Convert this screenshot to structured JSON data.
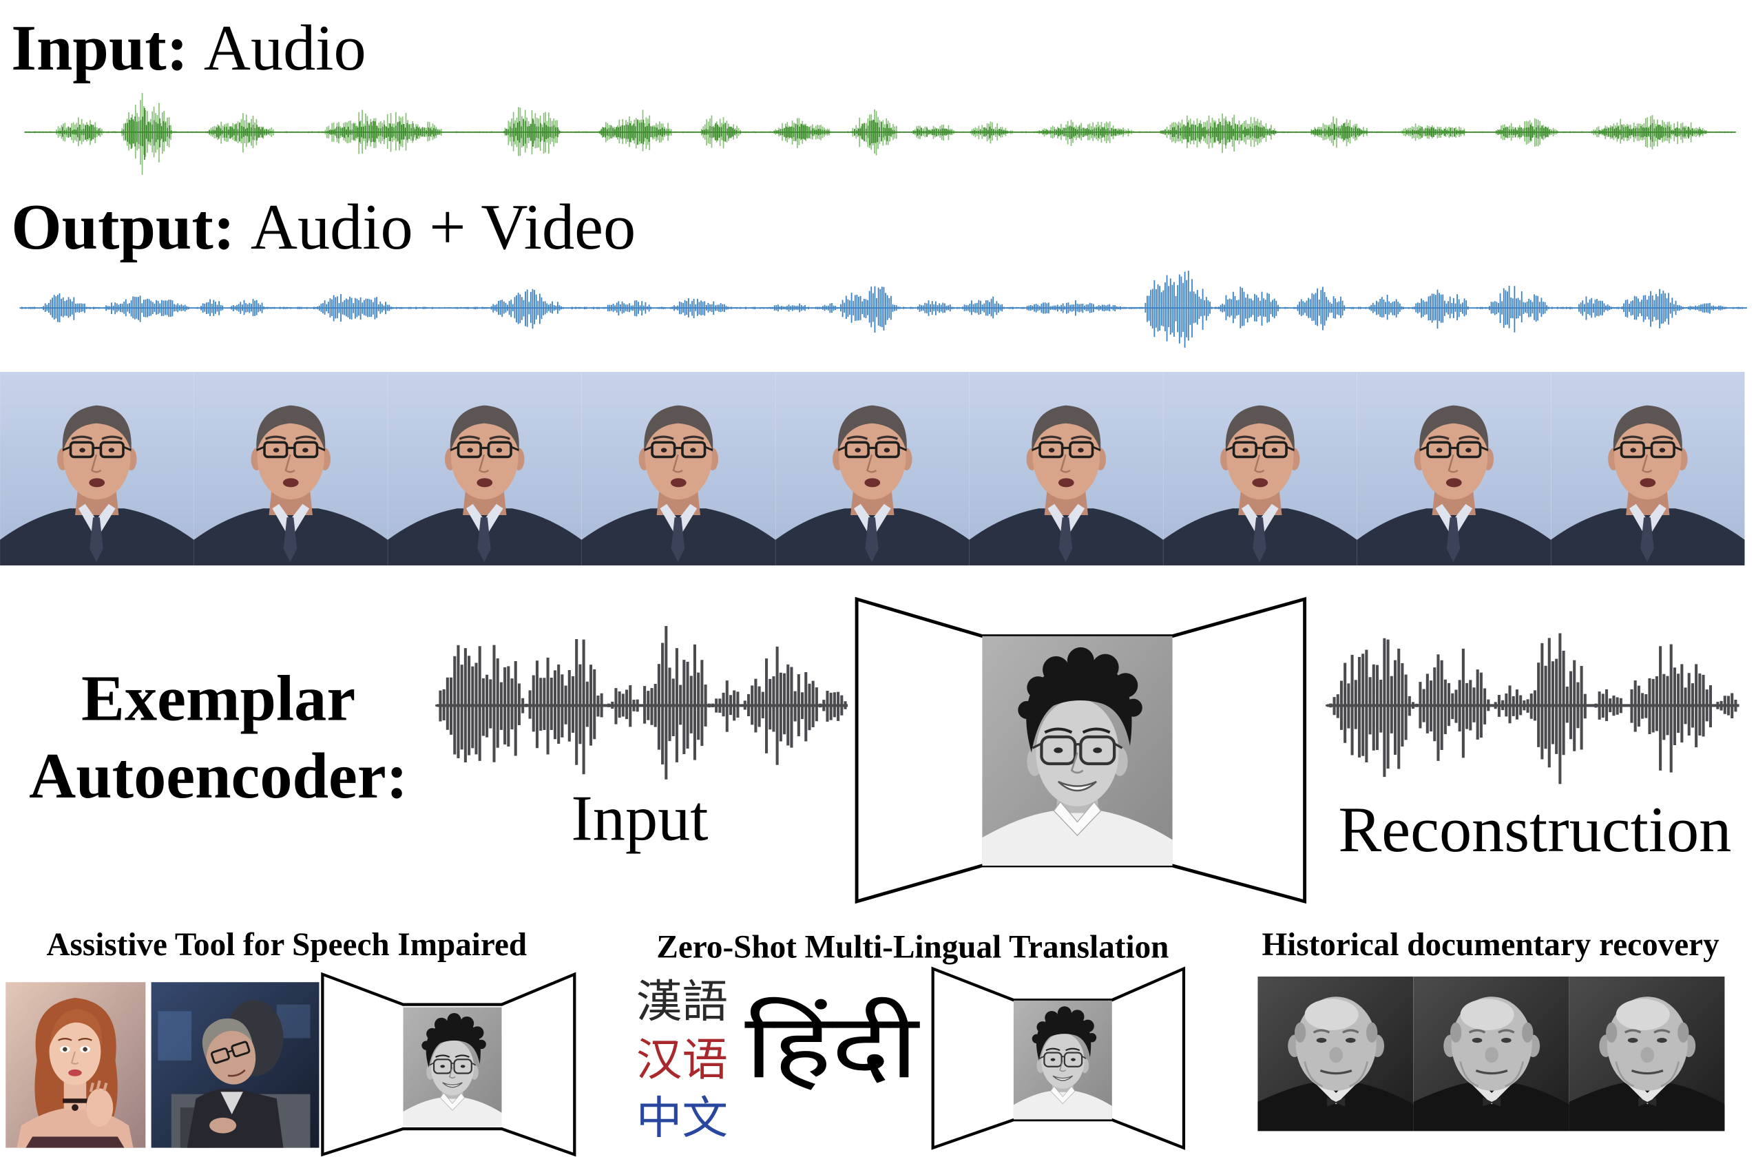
{
  "input_section": {
    "label_bold": "Input:",
    "label_rest": "Audio"
  },
  "output_section": {
    "label_bold": "Output:",
    "label_rest": "Audio + Video"
  },
  "exemplar": {
    "title_line1": "Exemplar",
    "title_line2": "Autoencoder:",
    "input_label": "Input",
    "reconstruction_label": "Reconstruction"
  },
  "applications": [
    {
      "title": "Assistive Tool for Speech Impaired"
    },
    {
      "title": "Zero-Shot Multi-Lingual Translation",
      "language_samples": [
        "漢語",
        "汉语",
        "中文"
      ],
      "hindi_sample": "हिंदी"
    },
    {
      "title": "Historical documentary recovery"
    }
  ],
  "colors": {
    "input_waveform_dark": "#3b8a2b",
    "input_waveform_light": "#8bc07c",
    "output_waveform": "#3d81c2",
    "exemplar_waveform": "#4a4a4f",
    "traditional_chinese": "#2a2a2a",
    "simplified_chinese": "#a8282c",
    "chinese": "#2a47a0"
  }
}
